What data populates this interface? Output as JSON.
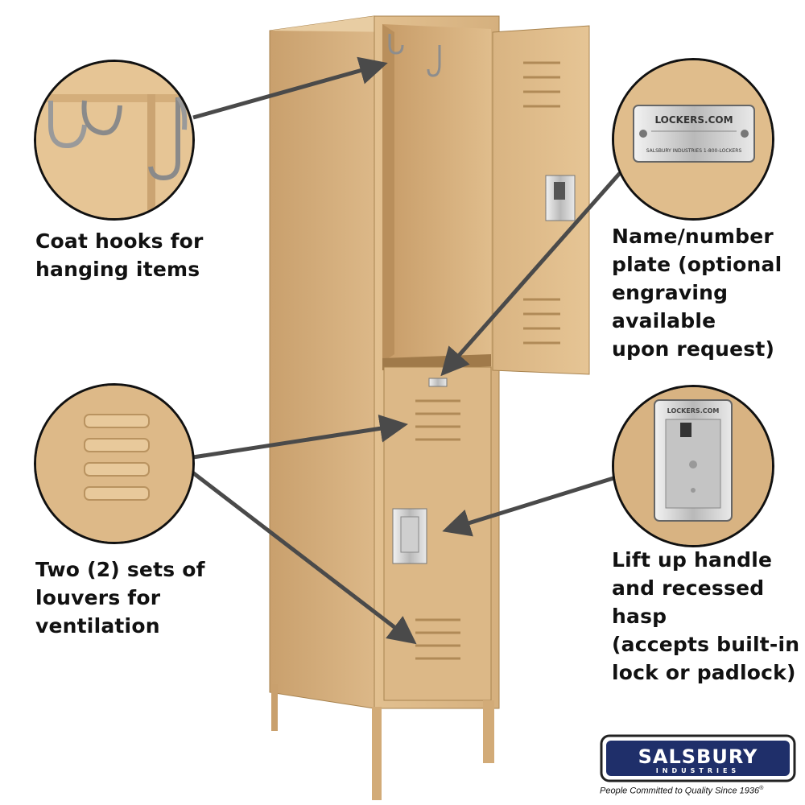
{
  "callouts": {
    "coat_hooks": [
      "Coat hooks for",
      "hanging items"
    ],
    "name_plate": [
      "Name/number",
      "plate (optional",
      "engraving available",
      "upon request)"
    ],
    "louvers": [
      "Two (2) sets of",
      "louvers for",
      "ventilation"
    ],
    "handle": [
      "Lift up handle",
      "and recessed hasp",
      "(accepts built-in",
      "lock or padlock)"
    ]
  },
  "plate_text": {
    "top": "LOCKERS.COM",
    "bottom": "SALSBURY INDUSTRIES   1-800-LOCKERS"
  },
  "hasp_text": "LOCKERS.COM",
  "brand": {
    "name": "SALSBURY",
    "sub": "INDUSTRIES",
    "tagline": "People Committed to Quality Since 1936",
    "registered": "®"
  },
  "colors": {
    "locker_tan": "#d8b382",
    "locker_shadow": "#b8925f",
    "arrow": "#4a4a4a"
  }
}
